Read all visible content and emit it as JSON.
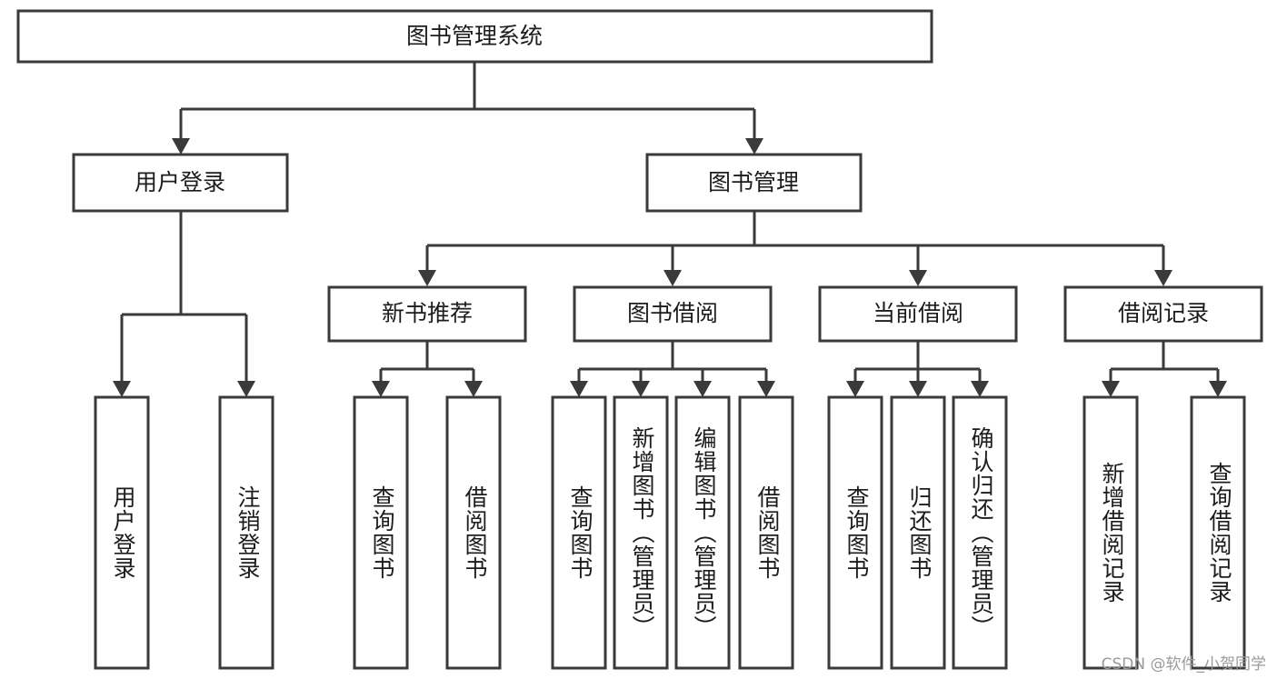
{
  "diagram": {
    "type": "tree",
    "title": "图书管理系统",
    "watermark": "CSDN @软件_小贺同学",
    "colors": {
      "stroke": "#3a3a3a",
      "fill": "#ffffff",
      "text": "#1c1c1c",
      "watermark": "#9a9a9a"
    },
    "levels": {
      "root": {
        "label": "图书管理系统"
      },
      "level2": [
        {
          "id": "user-login",
          "label": "用户登录"
        },
        {
          "id": "book-management",
          "label": "图书管理"
        }
      ],
      "level3": [
        {
          "id": "new-book-recommend",
          "label": "新书推荐",
          "parent": "book-management"
        },
        {
          "id": "book-borrow",
          "label": "图书借阅",
          "parent": "book-management"
        },
        {
          "id": "current-borrow",
          "label": "当前借阅",
          "parent": "book-management"
        },
        {
          "id": "borrow-record",
          "label": "借阅记录",
          "parent": "book-management"
        }
      ],
      "leaves": [
        {
          "id": "leaf-user-login",
          "label": "用户登录",
          "parent": "user-login"
        },
        {
          "id": "leaf-logout-login",
          "label": "注销登录",
          "parent": "user-login"
        },
        {
          "id": "leaf-query-book-1",
          "label": "查询图书",
          "parent": "new-book-recommend"
        },
        {
          "id": "leaf-borrow-book-1",
          "label": "借阅图书",
          "parent": "new-book-recommend"
        },
        {
          "id": "leaf-query-book-2",
          "label": "查询图书",
          "parent": "book-borrow"
        },
        {
          "id": "leaf-add-book",
          "label": "新增图书（管理员）",
          "parent": "book-borrow"
        },
        {
          "id": "leaf-edit-book",
          "label": "编辑图书（管理员）",
          "parent": "book-borrow"
        },
        {
          "id": "leaf-borrow-book-2",
          "label": "借阅图书",
          "parent": "book-borrow"
        },
        {
          "id": "leaf-query-book-3",
          "label": "查询图书",
          "parent": "current-borrow"
        },
        {
          "id": "leaf-return-book",
          "label": "归还图书",
          "parent": "current-borrow"
        },
        {
          "id": "leaf-confirm-return",
          "label": "确认归还（管理员）",
          "parent": "current-borrow"
        },
        {
          "id": "leaf-add-record",
          "label": "新增借阅记录",
          "parent": "borrow-record"
        },
        {
          "id": "leaf-query-record",
          "label": "查询借阅记录",
          "parent": "borrow-record"
        }
      ]
    }
  }
}
